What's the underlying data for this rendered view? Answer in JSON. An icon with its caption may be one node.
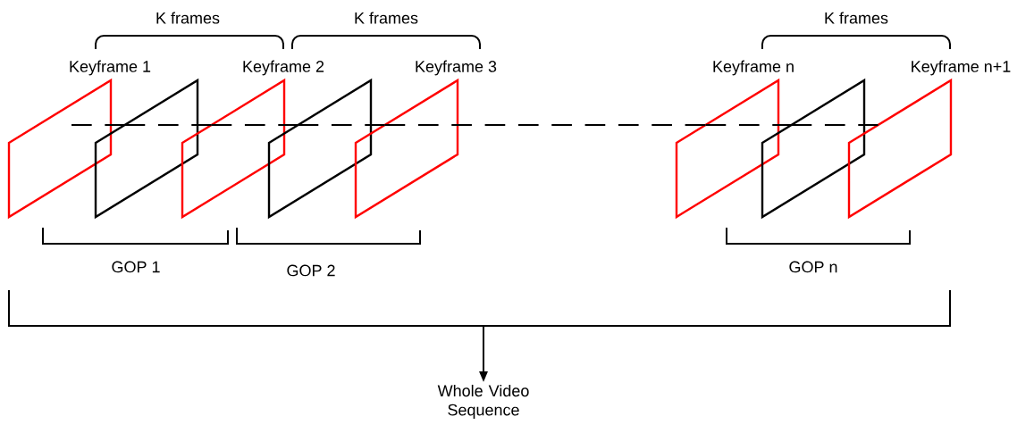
{
  "diagram": {
    "nodes": [
      {
        "text": [],
        "shape": "parallelogram",
        "beside": [
          "Keyframe 1"
        ]
      },
      {
        "text": [],
        "shape": "parallelogram"
      },
      {
        "text": [],
        "shape": "parallelogram",
        "beside": [
          "Keyframe 2"
        ]
      },
      {
        "text": [],
        "shape": "parallelogram"
      },
      {
        "text": [],
        "shape": "parallelogram",
        "beside": [
          "Keyframe 3"
        ]
      },
      {
        "text": [],
        "shape": "parallelogram",
        "beside": [
          "Keyframe n"
        ]
      },
      {
        "text": [],
        "shape": "parallelogram"
      },
      {
        "text": [],
        "shape": "parallelogram",
        "beside": [
          "Keyframe n+1"
        ]
      },
      {
        "text": [
          "Whole Video Sequence"
        ]
      },
      {
        "text": [],
        "shape": "bracket"
      }
    ],
    "edges": [
      {
        "from": 9,
        "to": 8,
        "arrow": "to"
      },
      {
        "from": 0,
        "to": 1,
        "arrow": "none",
        "style": "dashed"
      },
      {
        "from": 1,
        "to": 2,
        "arrow": "none",
        "style": "dashed"
      },
      {
        "from": 2,
        "to": 3,
        "arrow": "none",
        "style": "dashed"
      },
      {
        "from": 3,
        "to": 4,
        "arrow": "none",
        "style": "dashed"
      },
      {
        "from": 4,
        "to": 5,
        "arrow": "none",
        "style": "dashed"
      },
      {
        "from": 5,
        "to": 6,
        "arrow": "none",
        "style": "dashed"
      },
      {
        "from": 6,
        "to": 7,
        "arrow": "none",
        "style": "dashed"
      }
    ],
    "labels": [
      "K frames",
      "K frames",
      "K frames",
      "GOP 1",
      "GOP 2",
      "GOP n"
    ]
  }
}
